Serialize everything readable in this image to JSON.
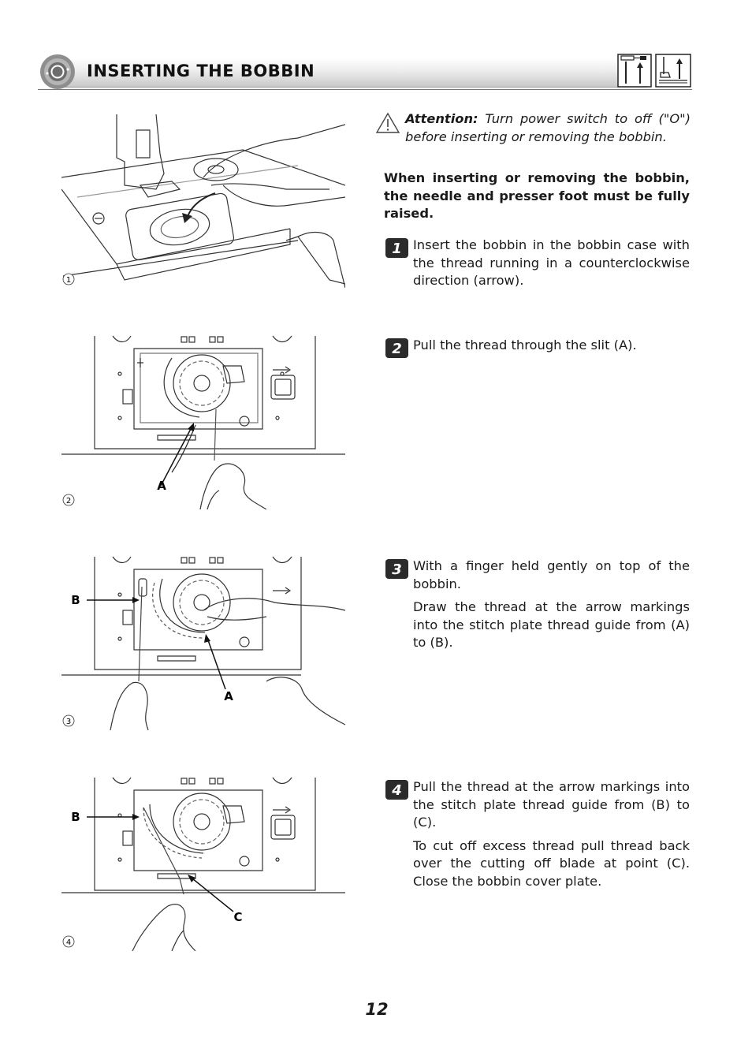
{
  "header": {
    "title": "INSERTING THE BOBBIN",
    "logo_icon": "sewing-bobbin-logo-icon",
    "icons": [
      "needle-up-icon",
      "presser-foot-up-icon"
    ]
  },
  "attention": {
    "label": "Attention:",
    "text": " Turn power switch to off (\"O\") before inserting or removing the bobbin.",
    "icon": "warning-triangle-icon"
  },
  "note": "When inserting or removing the bobbin, the needle and presser foot must be fully raised.",
  "steps": [
    {
      "number": "1",
      "paragraphs": [
        "Insert the bobbin in the bobbin case with the thread running in a counterclockwise direction (arrow)."
      ]
    },
    {
      "number": "2",
      "paragraphs": [
        "Pull the thread through the slit (A)."
      ]
    },
    {
      "number": "3",
      "paragraphs": [
        "With a finger held gently on top of the bobbin.",
        "Draw the thread at the arrow markings into the stitch plate thread guide from (A) to (B)."
      ]
    },
    {
      "number": "4",
      "paragraphs": [
        "Pull the thread at the arrow markings into the stitch plate thread guide from (B) to (C).",
        "To cut off excess thread pull thread back over the cutting off blade at point (C). Close the bobbin cover plate."
      ]
    }
  ],
  "figures": [
    {
      "number": "1",
      "labels": []
    },
    {
      "number": "2",
      "labels": [
        "A"
      ]
    },
    {
      "number": "3",
      "labels": [
        "B",
        "A"
      ]
    },
    {
      "number": "4",
      "labels": [
        "B",
        "C"
      ]
    }
  ],
  "page_number": "12"
}
